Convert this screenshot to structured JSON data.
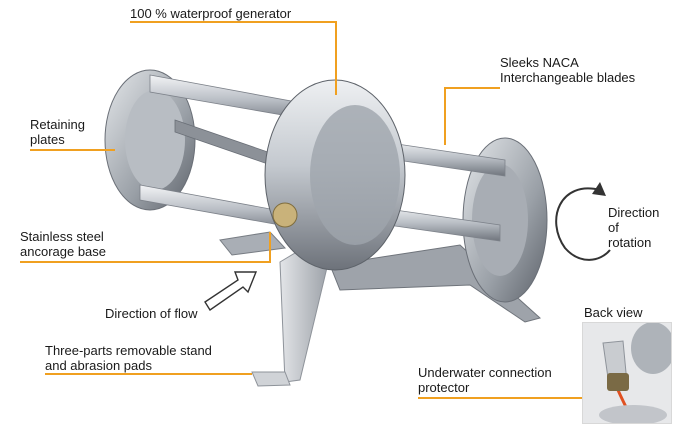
{
  "labels": {
    "generator": "100 % waterproof generator",
    "blades_line1": "Sleeks NACA",
    "blades_line2": "Interchangeable blades",
    "plates_line1": "Retaining",
    "plates_line2": "plates",
    "base_line1": "Stainless steel",
    "base_line2": "ancorage base",
    "rotation_line1": "Direction",
    "rotation_line2": "of",
    "rotation_line3": "rotation",
    "flow": "Direction of flow",
    "stand_line1": "Three-parts removable stand",
    "stand_line2": "and abrasion pads",
    "back_view": "Back view",
    "connection_line1": "Underwater connection",
    "connection_line2": "protector"
  },
  "colors": {
    "leader": "#f0a020",
    "metal_light": "#d9dde2",
    "metal_mid": "#a7adb4",
    "metal_dark": "#5b6068",
    "stand": "#c9ccd0",
    "connector": "#c9b27a",
    "cable": "#e05020"
  },
  "icons": [
    "rotation-arrow-icon",
    "flow-arrow-icon"
  ]
}
